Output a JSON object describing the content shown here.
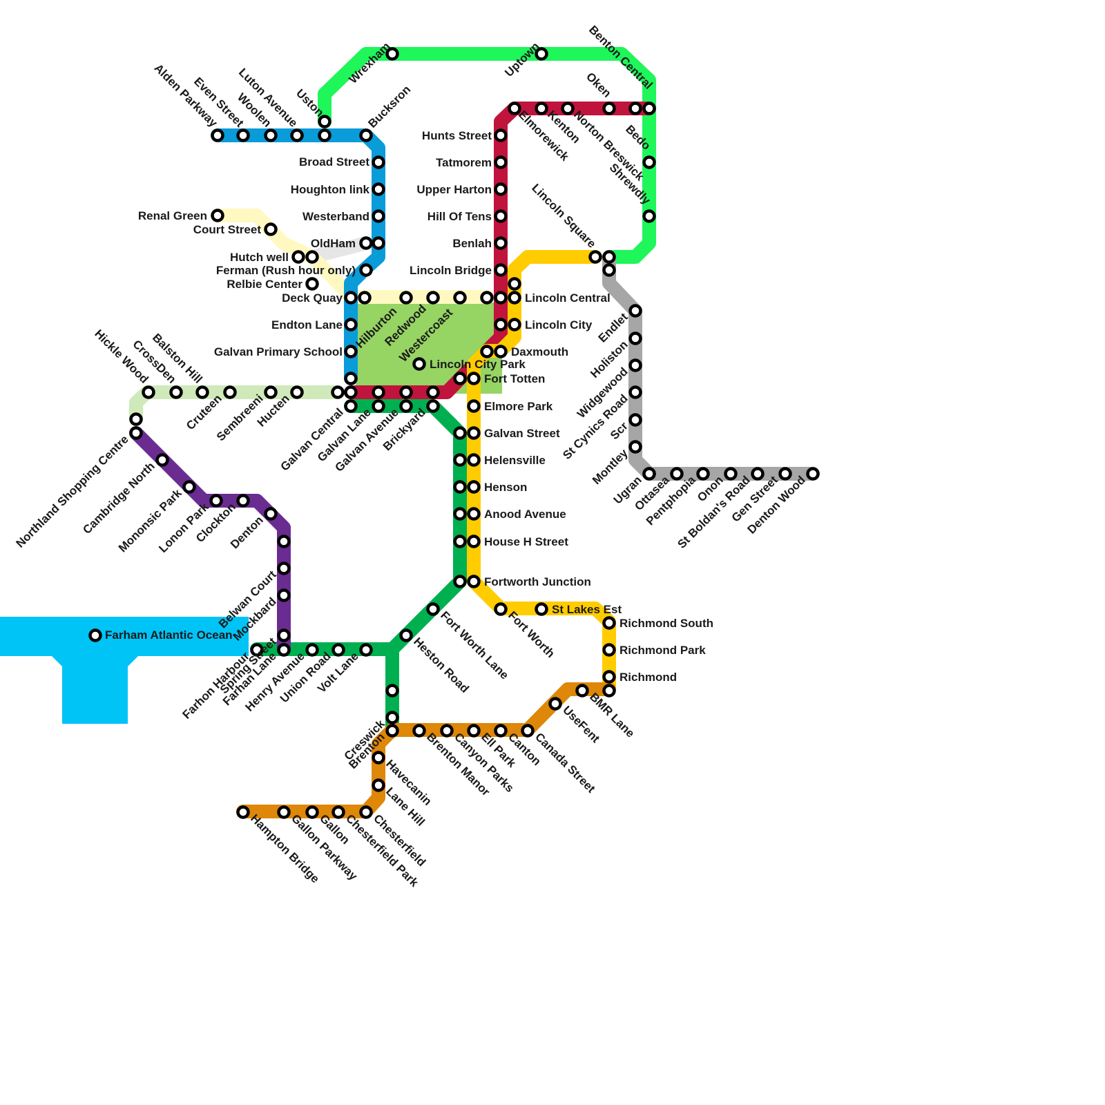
{
  "lines": [
    {
      "id": "green",
      "color": "#1ef65a"
    },
    {
      "id": "blue",
      "color": "#0a9bd9"
    },
    {
      "id": "red",
      "color": "#c0143c"
    },
    {
      "id": "yellow",
      "color": "#ffcc00"
    },
    {
      "id": "paleyellow",
      "color": "#fff9c1"
    },
    {
      "id": "lightgrey",
      "color": "#e6e6e6"
    },
    {
      "id": "palegreen",
      "color": "#cfe9ba"
    },
    {
      "id": "darkgreen",
      "color": "#00b050"
    },
    {
      "id": "purple",
      "color": "#6a2c91"
    },
    {
      "id": "grey",
      "color": "#a6a6a6"
    },
    {
      "id": "orange",
      "color": "#de8708"
    }
  ],
  "park": {
    "color": "#96d463"
  },
  "water": {
    "color": "#00c3f6"
  },
  "stations": [
    "Wrexham",
    "Uptown",
    "Benton Central",
    "Oken",
    "Alden Parkway",
    "Even Street",
    "Woolen",
    "Luton Avenue",
    "Uston",
    "Bucksron",
    "Broad Street",
    "Houghton link",
    "Westerband",
    "OldHam",
    "Renal Green",
    "Court Street",
    "Hutch well",
    "Ferman (Rush hour only)",
    "Relbie Center",
    "Deck Quay",
    "Endton Lane",
    "Galvan Primary School",
    "Hilburton",
    "Redwood",
    "Westercoast",
    "Lincoln City Park",
    "Hunts Street",
    "Tatmorem",
    "Upper Harton",
    "Hill Of Tens",
    "Benlah",
    "Lincoln Bridge",
    "Lincoln Central",
    "Lincoln City",
    "Daxmouth",
    "Elmorewick",
    "Kenton",
    "Norton Breswick",
    "Bedo",
    "Shrewdly",
    "Lincoln Square",
    "Endlet",
    "Holiston",
    "Widgewood",
    "St Cynics Road",
    "Scr",
    "Montley",
    "Ugran",
    "Ottasea",
    "Pentphopia",
    "Onon",
    "St Boldan's Road",
    "Gen Street",
    "Denton Wood",
    "Hickle Wood",
    "CrossDen",
    "Balston Hill",
    "Cruteen",
    "Sembreeni",
    "Hucten",
    "Galvan Central",
    "Galvan Lane",
    "Galvan Avenue",
    "Brickyard",
    "Fort Totten",
    "Elmore Park",
    "Galvan Street",
    "Helensville",
    "Henson",
    "Anood Avenue",
    "House H Street",
    "Fortworth Junction",
    "Fort Worth",
    "St Lakes  Est",
    "Richmond South",
    "Richmond Park",
    "Richmond",
    "BMR Lane",
    "UseFent",
    "Canada Street",
    "Canton",
    "Ell Park",
    "Canyon Parks",
    "Brenton Manor",
    "Brenton",
    "Havecanin",
    "Lane Hill",
    "Chesterfield",
    "Chesterfield Park",
    "Gallon",
    "Gallon Parkway",
    "Hampton Bridge",
    "Creswick",
    "Heston Road",
    "Fort Worth Lane",
    "Volt Lane",
    "Union Road",
    "Henry Avenue",
    "Farhan Lane",
    "Farhon Harbour",
    "Spring Street",
    "Mockbard",
    "Belwan Court",
    "Denton",
    "Clockton",
    "Lonon Park",
    "Mononsic Park",
    "Cambridge North",
    "Northland Shopping Centre",
    "Farham Atlantic Ocean"
  ]
}
